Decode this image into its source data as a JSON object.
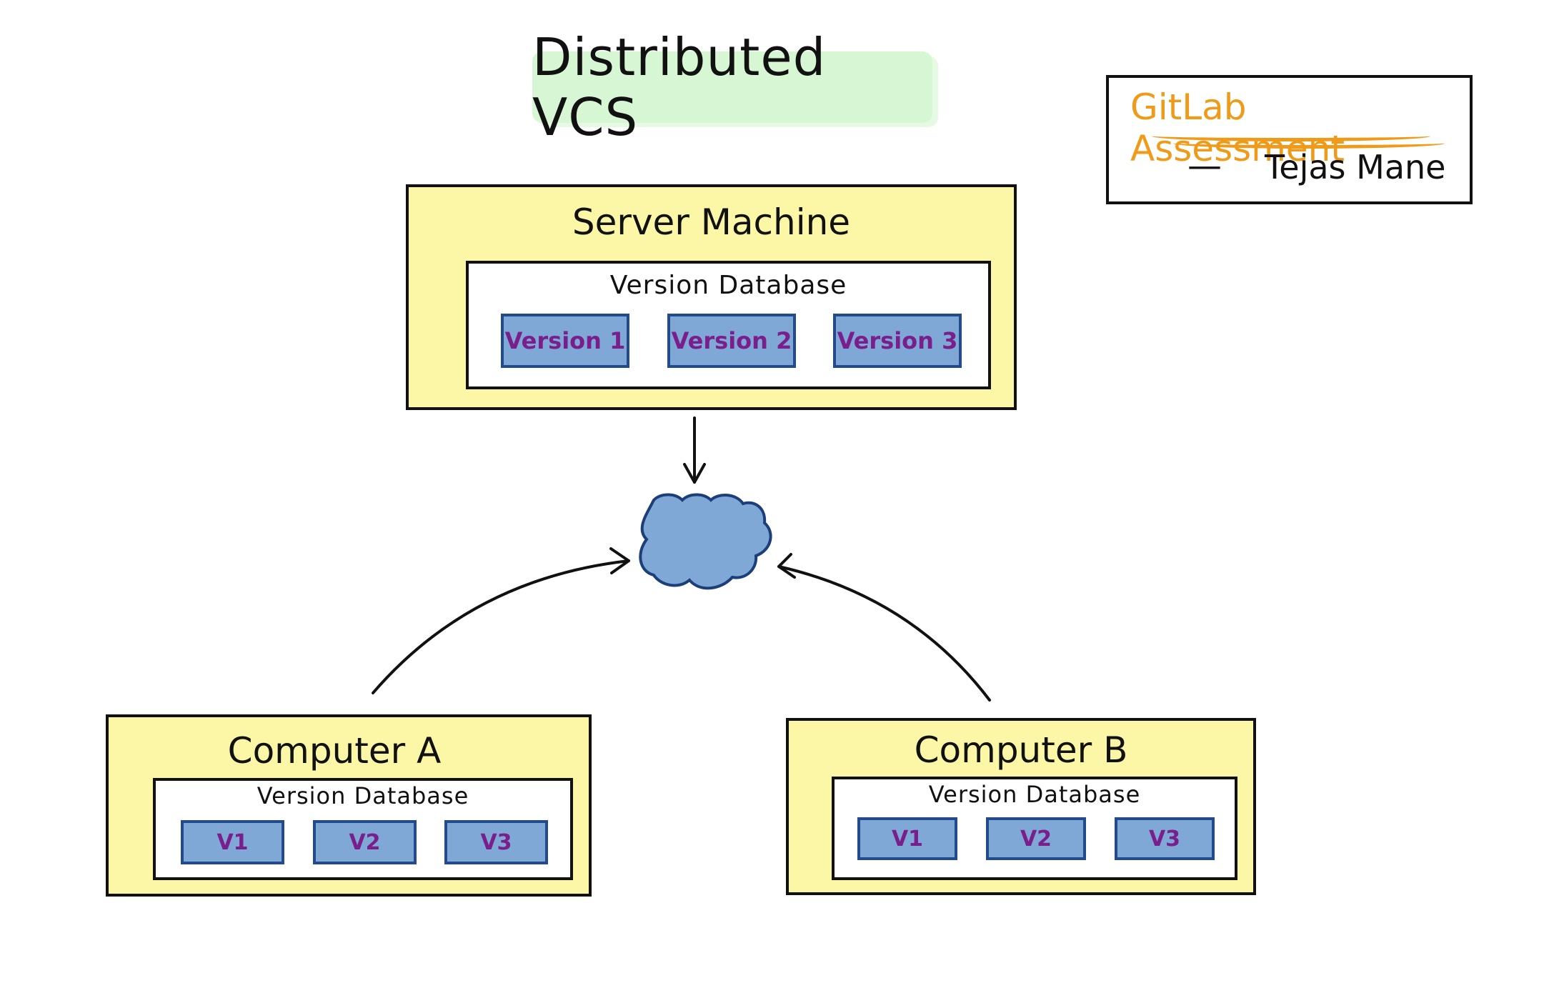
{
  "title": "Distributed VCS",
  "author_box": {
    "heading": "GitLab Assessment",
    "dash": "—",
    "name": "Tejas Mane"
  },
  "server": {
    "title": "Server Machine",
    "database_title": "Version Database",
    "versions": [
      "Version 1",
      "Version 2",
      "Version 3"
    ]
  },
  "computer_a": {
    "title": "Computer A",
    "database_title": "Version Database",
    "versions": [
      "V1",
      "V2",
      "V3"
    ]
  },
  "computer_b": {
    "title": "Computer B",
    "database_title": "Version Database",
    "versions": [
      "V1",
      "V2",
      "V3"
    ]
  },
  "colors": {
    "machine_fill": "#fbf7a6",
    "version_fill": "#7fa8d6",
    "version_border": "#234a8a",
    "version_text": "#7a1e8c",
    "cloud_fill": "#7fa8d6",
    "cloud_border": "#1c3f7a",
    "title_highlight": "#d7f6d4",
    "author_heading": "#f09a1a"
  },
  "icons": {
    "network": "cloud-icon"
  }
}
